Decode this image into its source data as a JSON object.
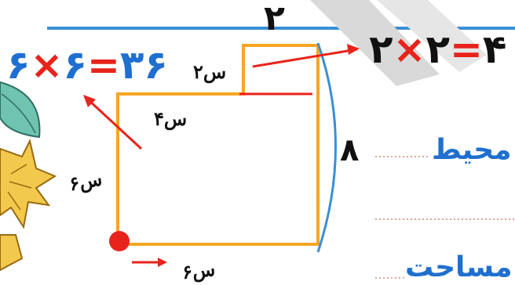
{
  "top_number": "۲",
  "left_equation": {
    "a": "۶",
    "times": "×",
    "b": "۶",
    "eq": "=",
    "result": "۳۶"
  },
  "right_equation": {
    "a": "۲",
    "times": "×",
    "b": "۲",
    "eq": "=",
    "result": "۴"
  },
  "labels": {
    "small_side": "۲س",
    "top_side": "۴س",
    "left_side": "۶س",
    "bottom_side": "۶س",
    "right_total": "۸"
  },
  "words": {
    "perimeter": "محیط",
    "area": "مساحت"
  },
  "colors": {
    "shape_outline": "#f5a623",
    "ink_blue": "#1f6fd0",
    "ink_red": "#e8231b",
    "rule_blue": "#3a8fd6",
    "leaf_teal": "#6fc3b0",
    "flower_yellow": "#f2c94c"
  },
  "icons": [
    "leaf-icon",
    "flower-icon",
    "start-dot-icon",
    "arrow-icon"
  ]
}
